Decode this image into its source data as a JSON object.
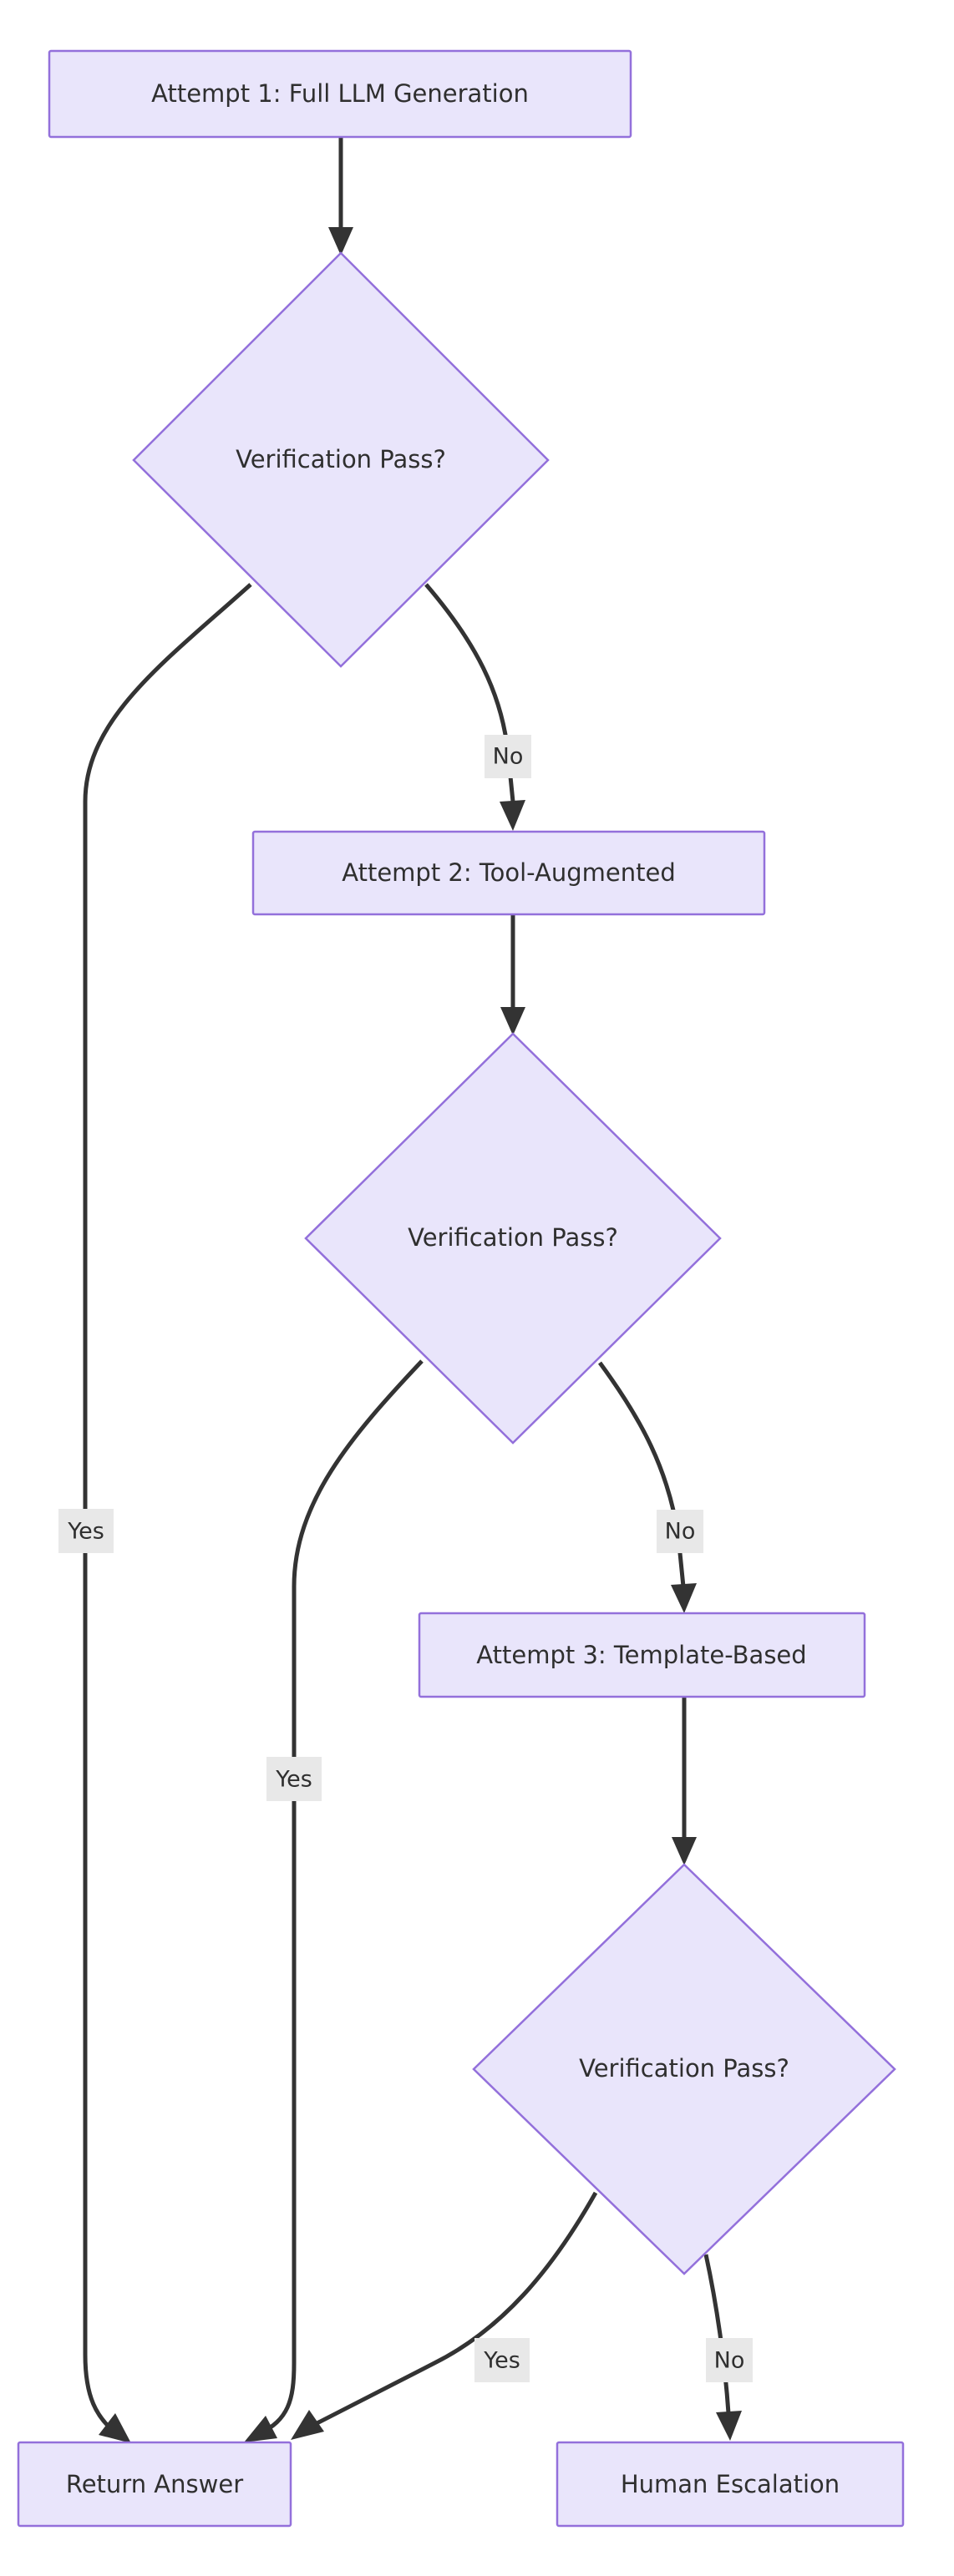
{
  "diagram": {
    "type": "flowchart",
    "direction": "top-down",
    "background": "#ffffff",
    "node_fill": "#e9e5fb",
    "node_stroke": "#9370db",
    "edge_color": "#333333",
    "edge_label_bg": "#e8e8e8",
    "text_color": "#2f2f2f",
    "nodes": [
      {
        "id": "attempt1",
        "shape": "rect",
        "label": "Attempt 1: Full LLM Generation"
      },
      {
        "id": "verify1",
        "shape": "diamond",
        "label": "Verification Pass?"
      },
      {
        "id": "attempt2",
        "shape": "rect",
        "label": "Attempt 2: Tool-Augmented"
      },
      {
        "id": "verify2",
        "shape": "diamond",
        "label": "Verification Pass?"
      },
      {
        "id": "attempt3",
        "shape": "rect",
        "label": "Attempt 3: Template-Based"
      },
      {
        "id": "verify3",
        "shape": "diamond",
        "label": "Verification Pass?"
      },
      {
        "id": "return",
        "shape": "rect",
        "label": "Return Answer"
      },
      {
        "id": "escalate",
        "shape": "rect",
        "label": "Human Escalation"
      }
    ],
    "edges": [
      {
        "from": "attempt1",
        "to": "verify1",
        "label": ""
      },
      {
        "from": "verify1",
        "to": "return",
        "label": "Yes"
      },
      {
        "from": "verify1",
        "to": "attempt2",
        "label": "No"
      },
      {
        "from": "attempt2",
        "to": "verify2",
        "label": ""
      },
      {
        "from": "verify2",
        "to": "return",
        "label": "Yes"
      },
      {
        "from": "verify2",
        "to": "attempt3",
        "label": "No"
      },
      {
        "from": "attempt3",
        "to": "verify3",
        "label": ""
      },
      {
        "from": "verify3",
        "to": "return",
        "label": "Yes"
      },
      {
        "from": "verify3",
        "to": "escalate",
        "label": "No"
      }
    ],
    "edge_labels": {
      "yes": "Yes",
      "no": "No"
    }
  }
}
